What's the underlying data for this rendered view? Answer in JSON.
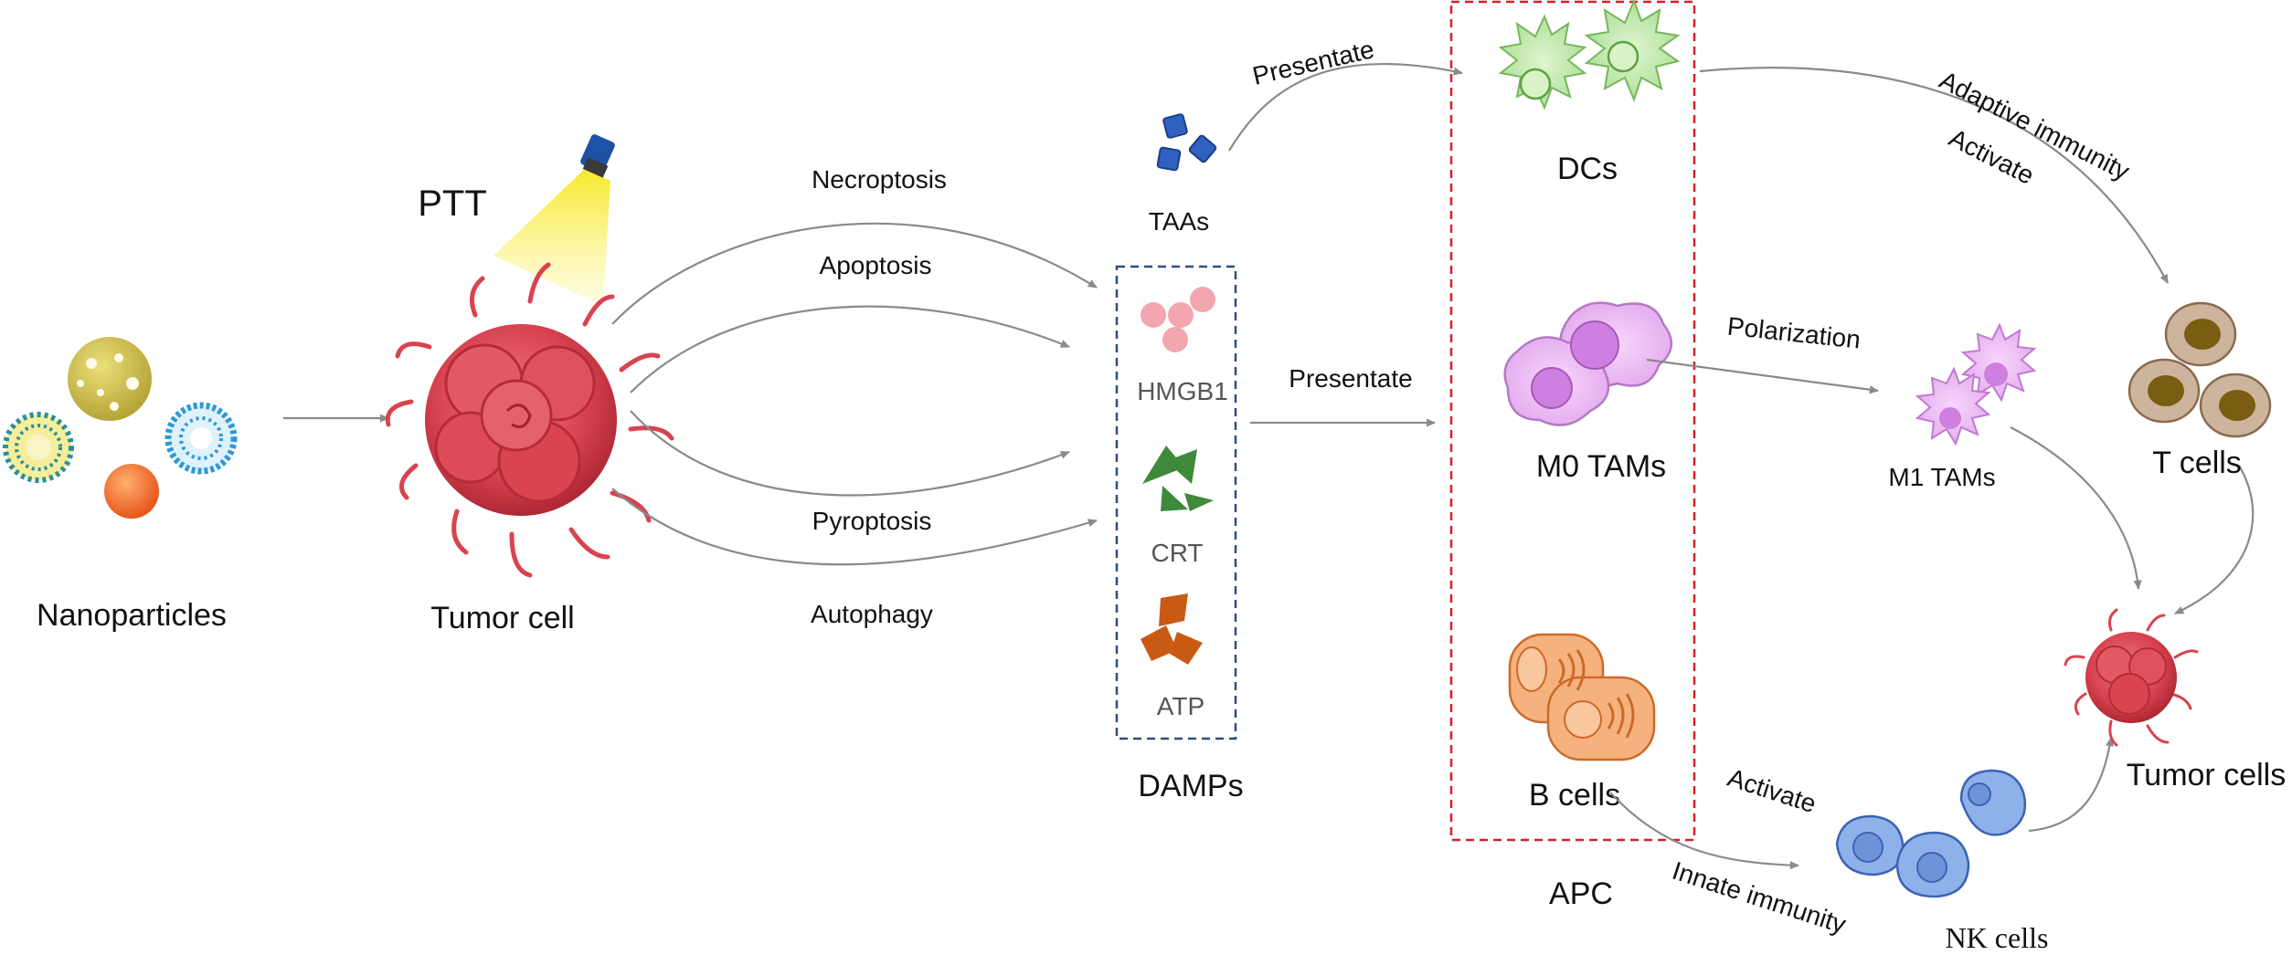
{
  "labels": {
    "nanoparticles": "Nanoparticles",
    "ptt": "PTT",
    "tumor_cell": "Tumor cell",
    "necroptosis": "Necroptosis",
    "apoptosis": "Apoptosis",
    "pyroptosis": "Pyroptosis",
    "autophagy": "Autophagy",
    "taas": "TAAs",
    "hmgb1": "HMGB1",
    "crt": "CRT",
    "atp": "ATP",
    "damps": "DAMPs",
    "presentate_top": "Presentate",
    "presentate_mid": "Presentate",
    "dcs": "DCs",
    "m0_tams": "M0 TAMs",
    "b_cells": "B cells",
    "apc": "APC",
    "adaptive_immunity": "Adaptive immunity",
    "activate_top": "Activate",
    "polarization": "Polarization",
    "m1_tams": "M1 TAMs",
    "t_cells": "T cells",
    "tumor_cells": "Tumor cells",
    "activate_bottom": "Activate",
    "innate_immunity": "Innate immunity",
    "nk_cells": "NK cells"
  },
  "colors": {
    "arrow": "#8a8a8a",
    "tumor": "#d8434f",
    "damps_box": "#2f4f7a",
    "apc_box": "#d6202a",
    "taa": "#2f62c0",
    "hmgb1": "#f2a6b0",
    "crt": "#3f8a3a",
    "atp": "#c85a14",
    "dc": "#a9dd94",
    "macrophage": "#e9b6f0",
    "b_cell": "#f6b27e",
    "nk": "#8fb1ea",
    "t_cell": "#cdb49c"
  }
}
